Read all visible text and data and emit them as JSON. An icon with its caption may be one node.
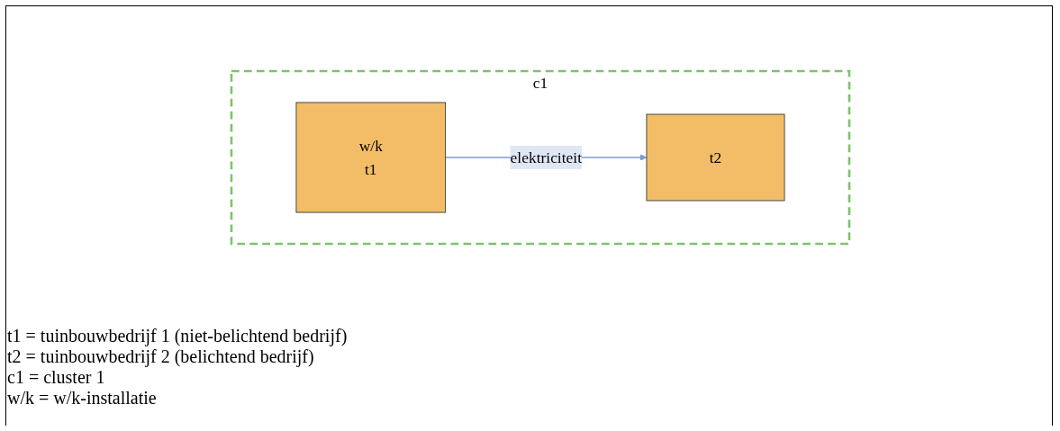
{
  "diagram": {
    "nodes": [
      {
        "text": [
          "c1"
        ]
      },
      {
        "text": [
          "w/k",
          "t1"
        ],
        "in": 0
      },
      {
        "text": [
          "t2"
        ],
        "in": 0
      }
    ],
    "edges": [
      {
        "from": 1,
        "to": 2,
        "arrow": "to",
        "label": "elektriciteit",
        "color": "#7b9bd0"
      }
    ],
    "labels": [
      "t1 = tuinbouwbedrijf 1 (niet-belichtend bedrijf)",
      "t2 = tuinbouwbedrijf 2 (belichtend bedrijf)",
      "c1 = cluster 1",
      "w/k = w/k-installatie"
    ]
  }
}
